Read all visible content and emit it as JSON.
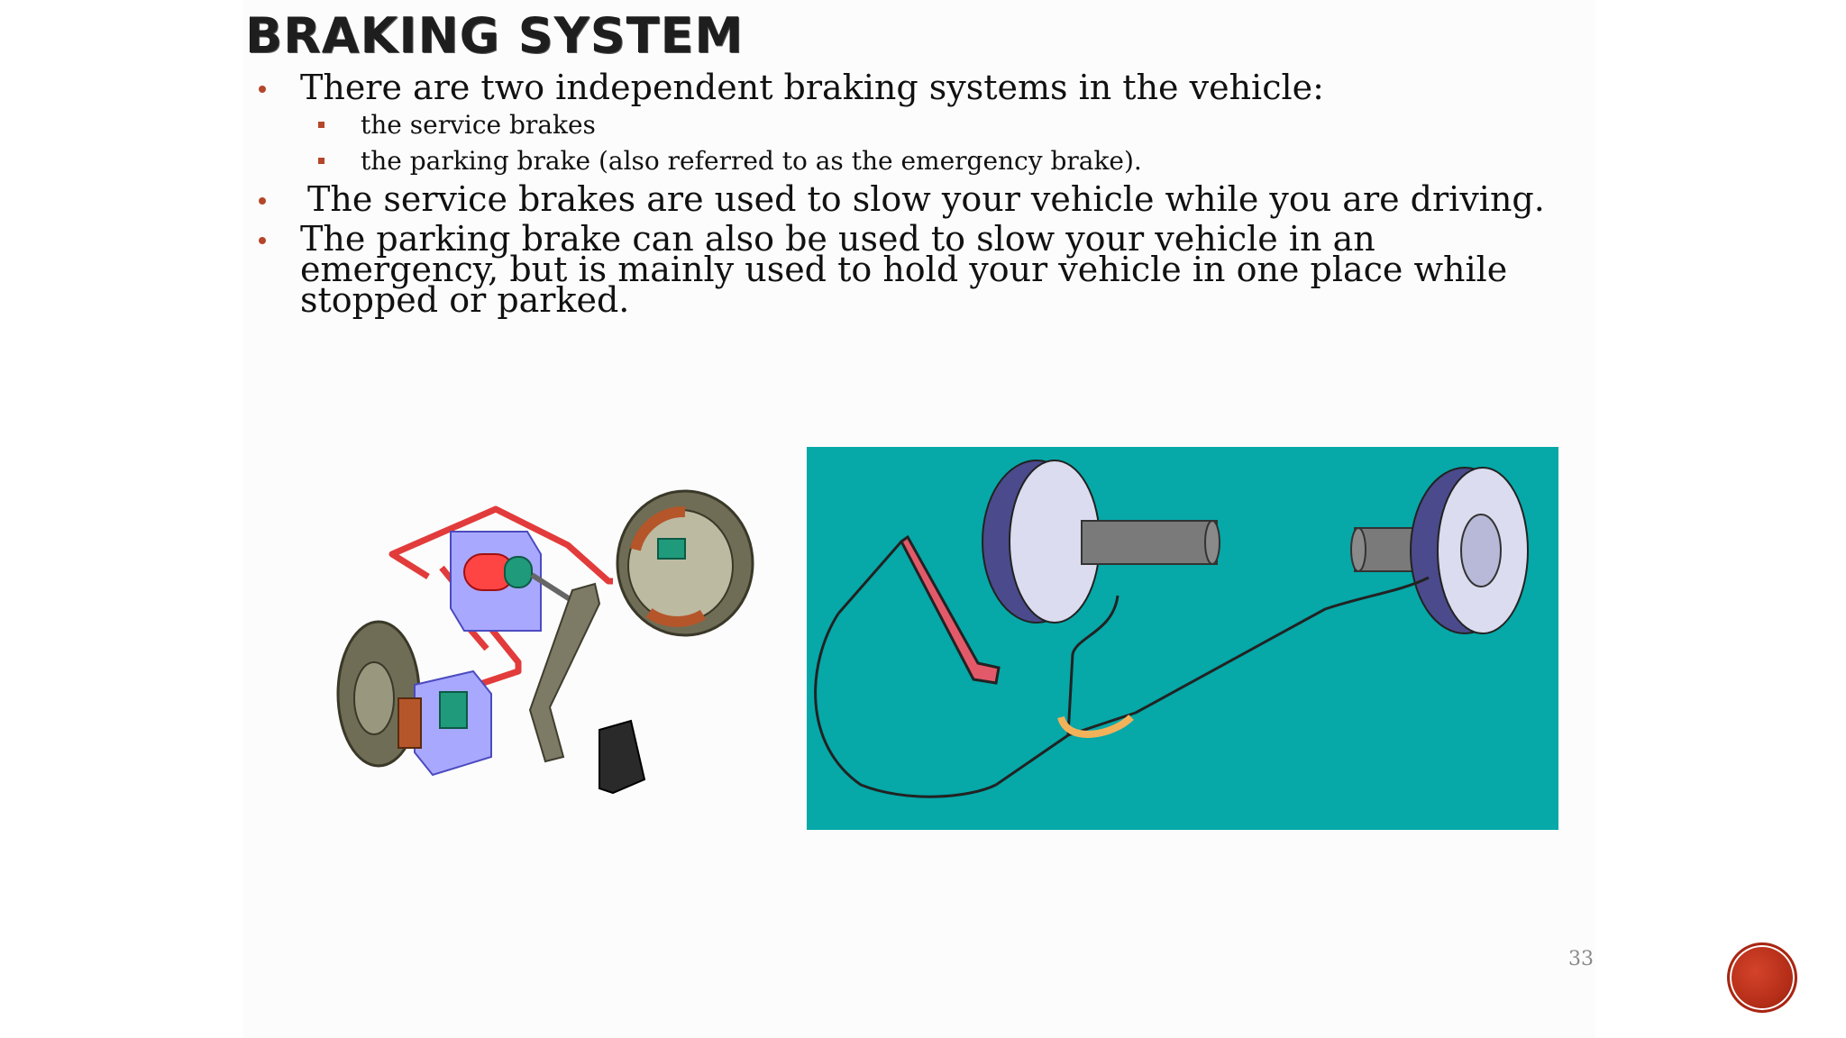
{
  "slide": {
    "title": "BRAKING SYSTEM",
    "bullets": [
      "There are two independent braking systems in the vehicle:",
      "The service brakes are used to slow your vehicle while you are driving.",
      "The parking brake can also be used to slow your vehicle in an emergency, but is mainly used to hold your vehicle in one place while stopped or parked."
    ],
    "sub_bullets": [
      "the service brakes",
      "the parking brake (also referred to as the emergency brake)."
    ],
    "page_number": "33"
  },
  "colors": {
    "bullet_accent": "#b5462a",
    "parking_brake_panel": "#06a8a8",
    "brake_line": "#e23b3b",
    "nav_button": "#c23a22"
  },
  "icons": {
    "nav_button": "next-slide-circle-icon"
  }
}
